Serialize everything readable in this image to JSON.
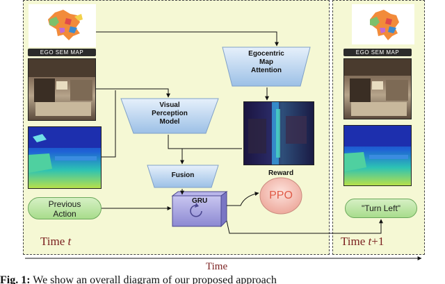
{
  "labels": {
    "ego_sem_map_left": "EGO SEM MAP",
    "ego_sem_map_right": "EGO SEM MAP",
    "egocentric": "Egocentric",
    "map": "Map",
    "attention": "Attention",
    "visual": "Visual",
    "perception": "Perception",
    "model": "Model",
    "fusion": "Fusion",
    "reward": "Reward",
    "ppo": "PPO",
    "gru": "GRU",
    "previous": "Previous",
    "action": "Action",
    "turn_left": "\"Turn Left\"",
    "time_t_prefix": "Time ",
    "time_t_var": "t",
    "time_t1_prefix": "Time ",
    "time_t1_var": "t",
    "time_t1_suffix": "+1",
    "time_axis": "Time"
  },
  "caption": {
    "prefix": "Fig. 1:",
    "text": " We show an overall diagram of our proposed approach"
  },
  "colors": {
    "panel_bg": "#f5f8d4",
    "trapezoid_fill": "#c9dff2",
    "ppo_fill": "#f5c9c0",
    "gru_fill": "#a9a6de",
    "pill_fill": "#b8e3a0",
    "time_text": "#7a1f1f"
  }
}
